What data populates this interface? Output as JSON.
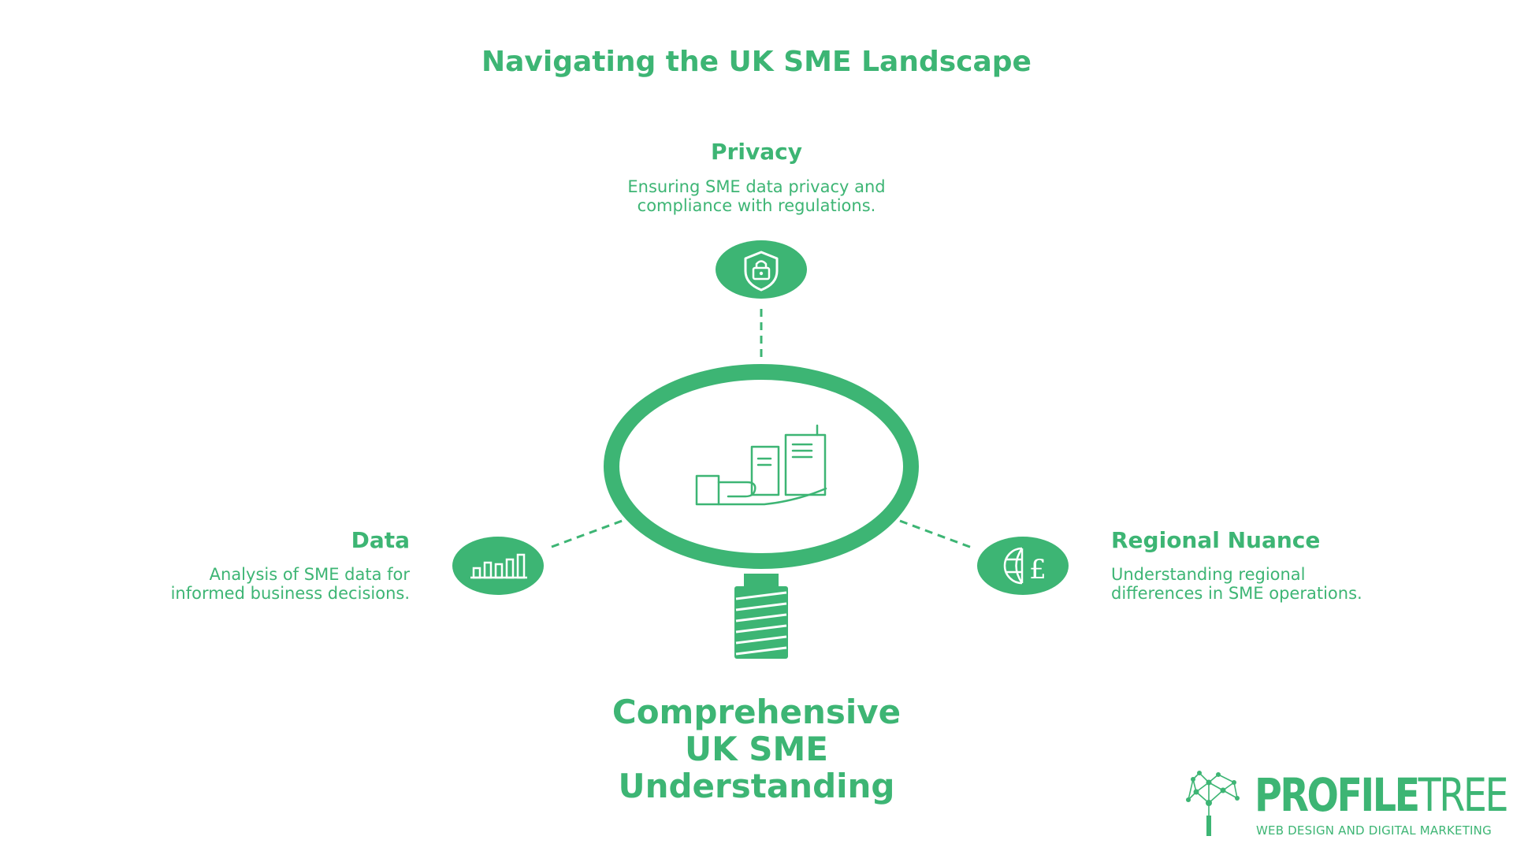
{
  "title": "Navigating the UK SME Landscape",
  "center": {
    "lines": [
      "Comprehensive",
      "UK SME",
      "Understanding"
    ],
    "icon": "hand-holding-buildings-icon"
  },
  "nodes": {
    "privacy": {
      "heading": "Privacy",
      "desc_lines": [
        "Ensuring SME data privacy and",
        "compliance with regulations."
      ],
      "icon": "shield-lock-icon"
    },
    "data": {
      "heading": "Data",
      "desc_lines": [
        "Analysis of SME data for",
        "informed business decisions."
      ],
      "icon": "bar-chart-icon"
    },
    "regional": {
      "heading": "Regional Nuance",
      "desc_lines": [
        "Understanding regional",
        "differences in SME operations."
      ],
      "icon": "globe-pound-icon"
    }
  },
  "logo": {
    "name_bold": "PROFILE",
    "name_light": "TREE",
    "tagline": "WEB DESIGN AND DIGITAL MARKETING"
  },
  "colors": {
    "accent": "#3db574",
    "background": "#ffffff"
  }
}
